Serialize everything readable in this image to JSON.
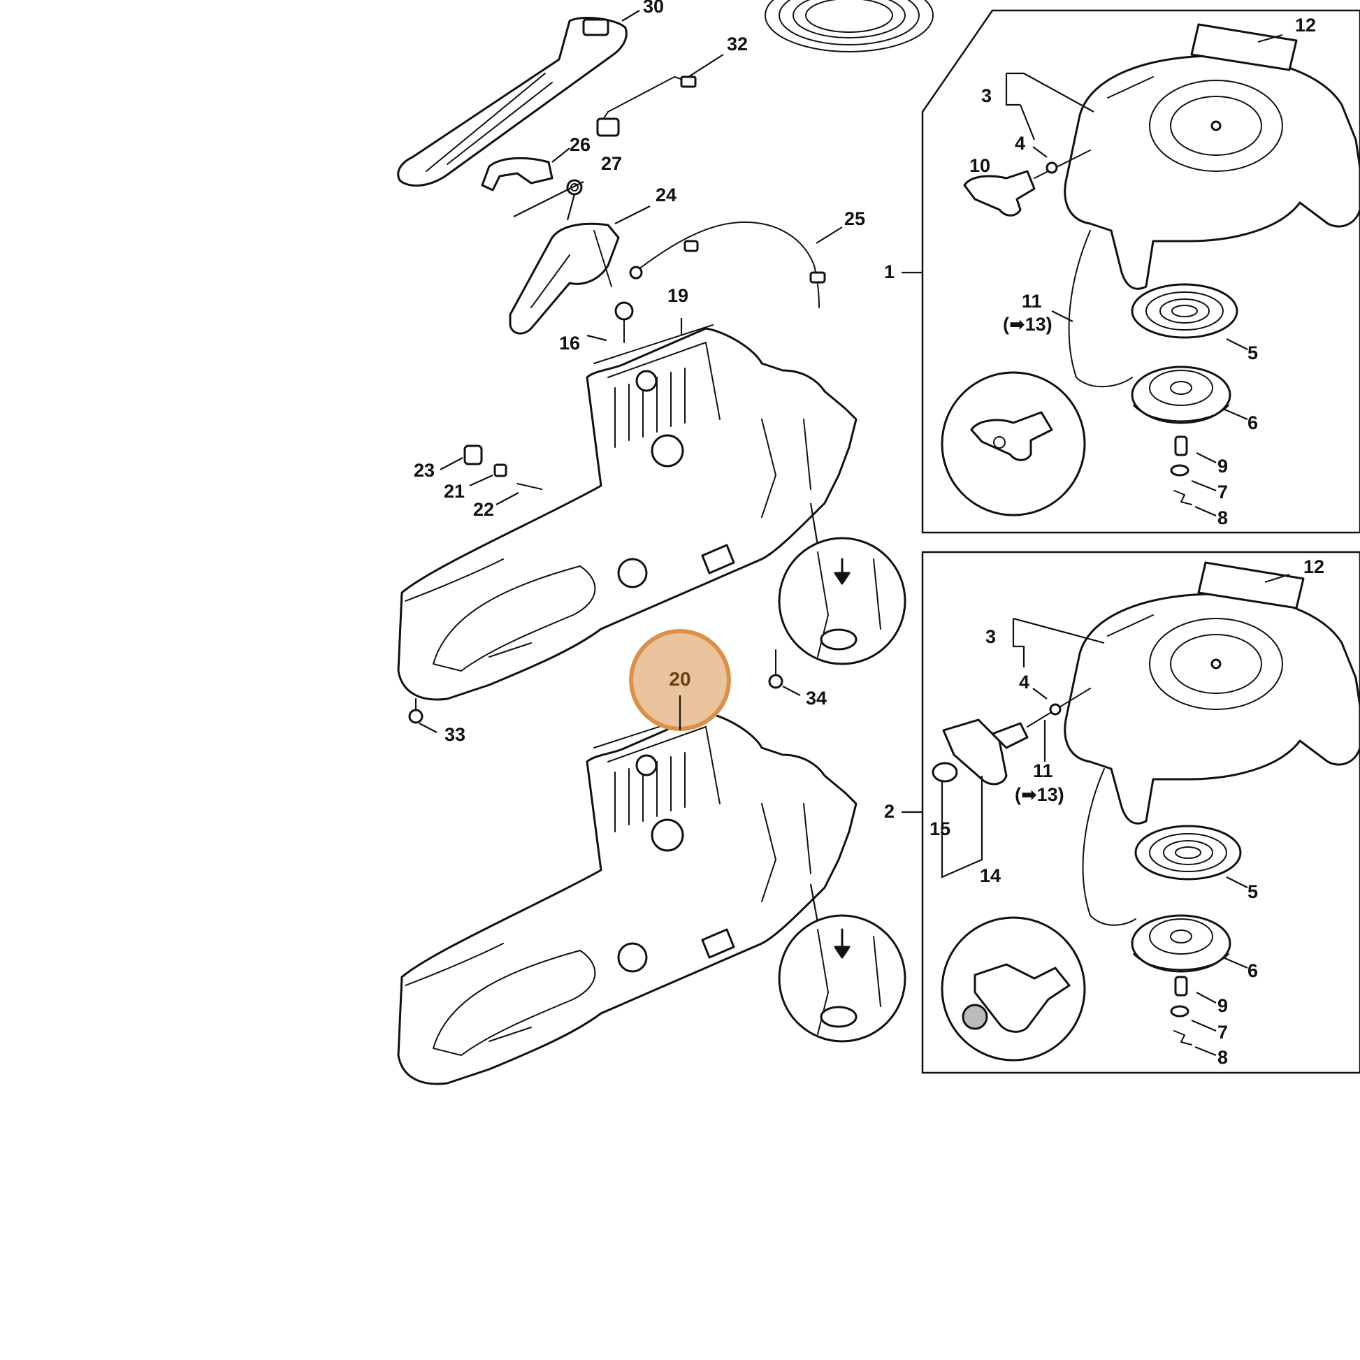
{
  "highlight": {
    "label": "20",
    "fill_color": "#e9c39c",
    "ring_color": "#d99048",
    "text_color": "#6b3d16"
  },
  "labels": {
    "l1": "1",
    "l2": "2",
    "l3a": "3",
    "l3b": "3",
    "l4a": "4",
    "l4b": "4",
    "l5a": "5",
    "l5b": "5",
    "l6a": "6",
    "l6b": "6",
    "l7a": "7",
    "l7b": "7",
    "l8a": "8",
    "l8b": "8",
    "l9a": "9",
    "l9b": "9",
    "l10": "10",
    "l11a": "11",
    "l11b": "11",
    "l13a": "(➡13)",
    "l13b": "(➡13)",
    "l12a": "12",
    "l12b": "12",
    "l14": "14",
    "l15": "15",
    "l16": "16",
    "l19": "19",
    "l21": "21",
    "l22": "22",
    "l23": "23",
    "l24": "24",
    "l25": "25",
    "l26": "26",
    "l27": "27",
    "l30": "30",
    "l32": "32",
    "l33": "33",
    "l34": "34"
  }
}
